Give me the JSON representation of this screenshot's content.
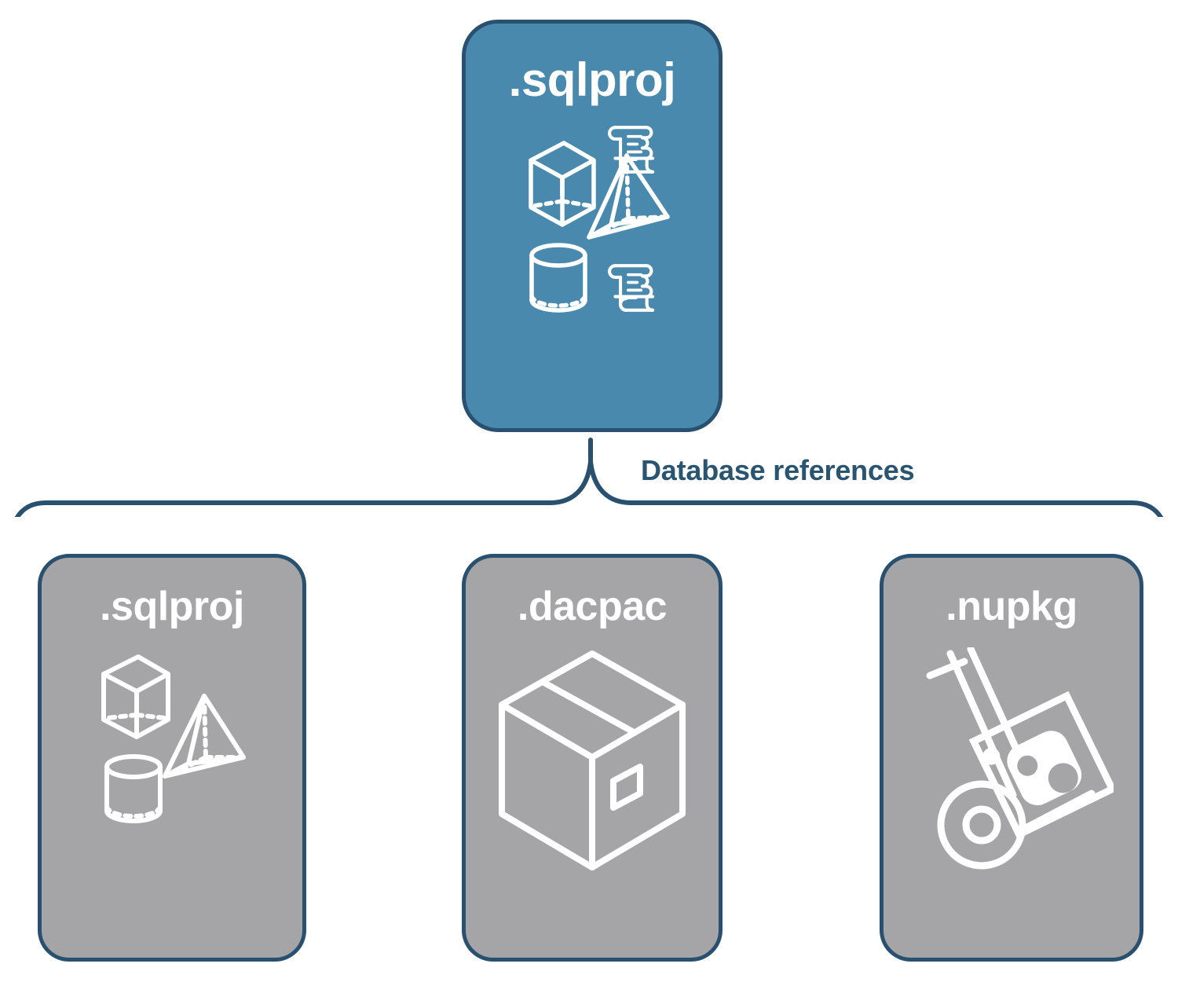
{
  "diagram": {
    "title": "SQL project database references",
    "accent_blue": "#4889ad",
    "border_navy": "#2a5070",
    "gray_fill": "#a5a5a7",
    "label_color": "#2a5571"
  },
  "top_node": {
    "label": ".sqlproj",
    "icon_name": "database-objects-icon",
    "icon_parts": [
      "cube-wireframe",
      "pyramid-wireframe",
      "cylinder-wireframe",
      "script-scroll",
      "script-scroll"
    ]
  },
  "connector": {
    "label": "Database references",
    "style": "curly-brace"
  },
  "reference_nodes": [
    {
      "label": ".sqlproj",
      "icon_name": "database-objects-icon",
      "icon_parts": [
        "cube-wireframe",
        "pyramid-wireframe",
        "cylinder-wireframe"
      ]
    },
    {
      "label": ".dacpac",
      "icon_name": "package-box-icon",
      "icon_parts": [
        "isometric-carton",
        "shipping-label-diamond"
      ]
    },
    {
      "label": ".nupkg",
      "icon_name": "hand-truck-package-icon",
      "icon_parts": [
        "hand-truck",
        "wheel",
        "nuget-package-box"
      ]
    }
  ]
}
